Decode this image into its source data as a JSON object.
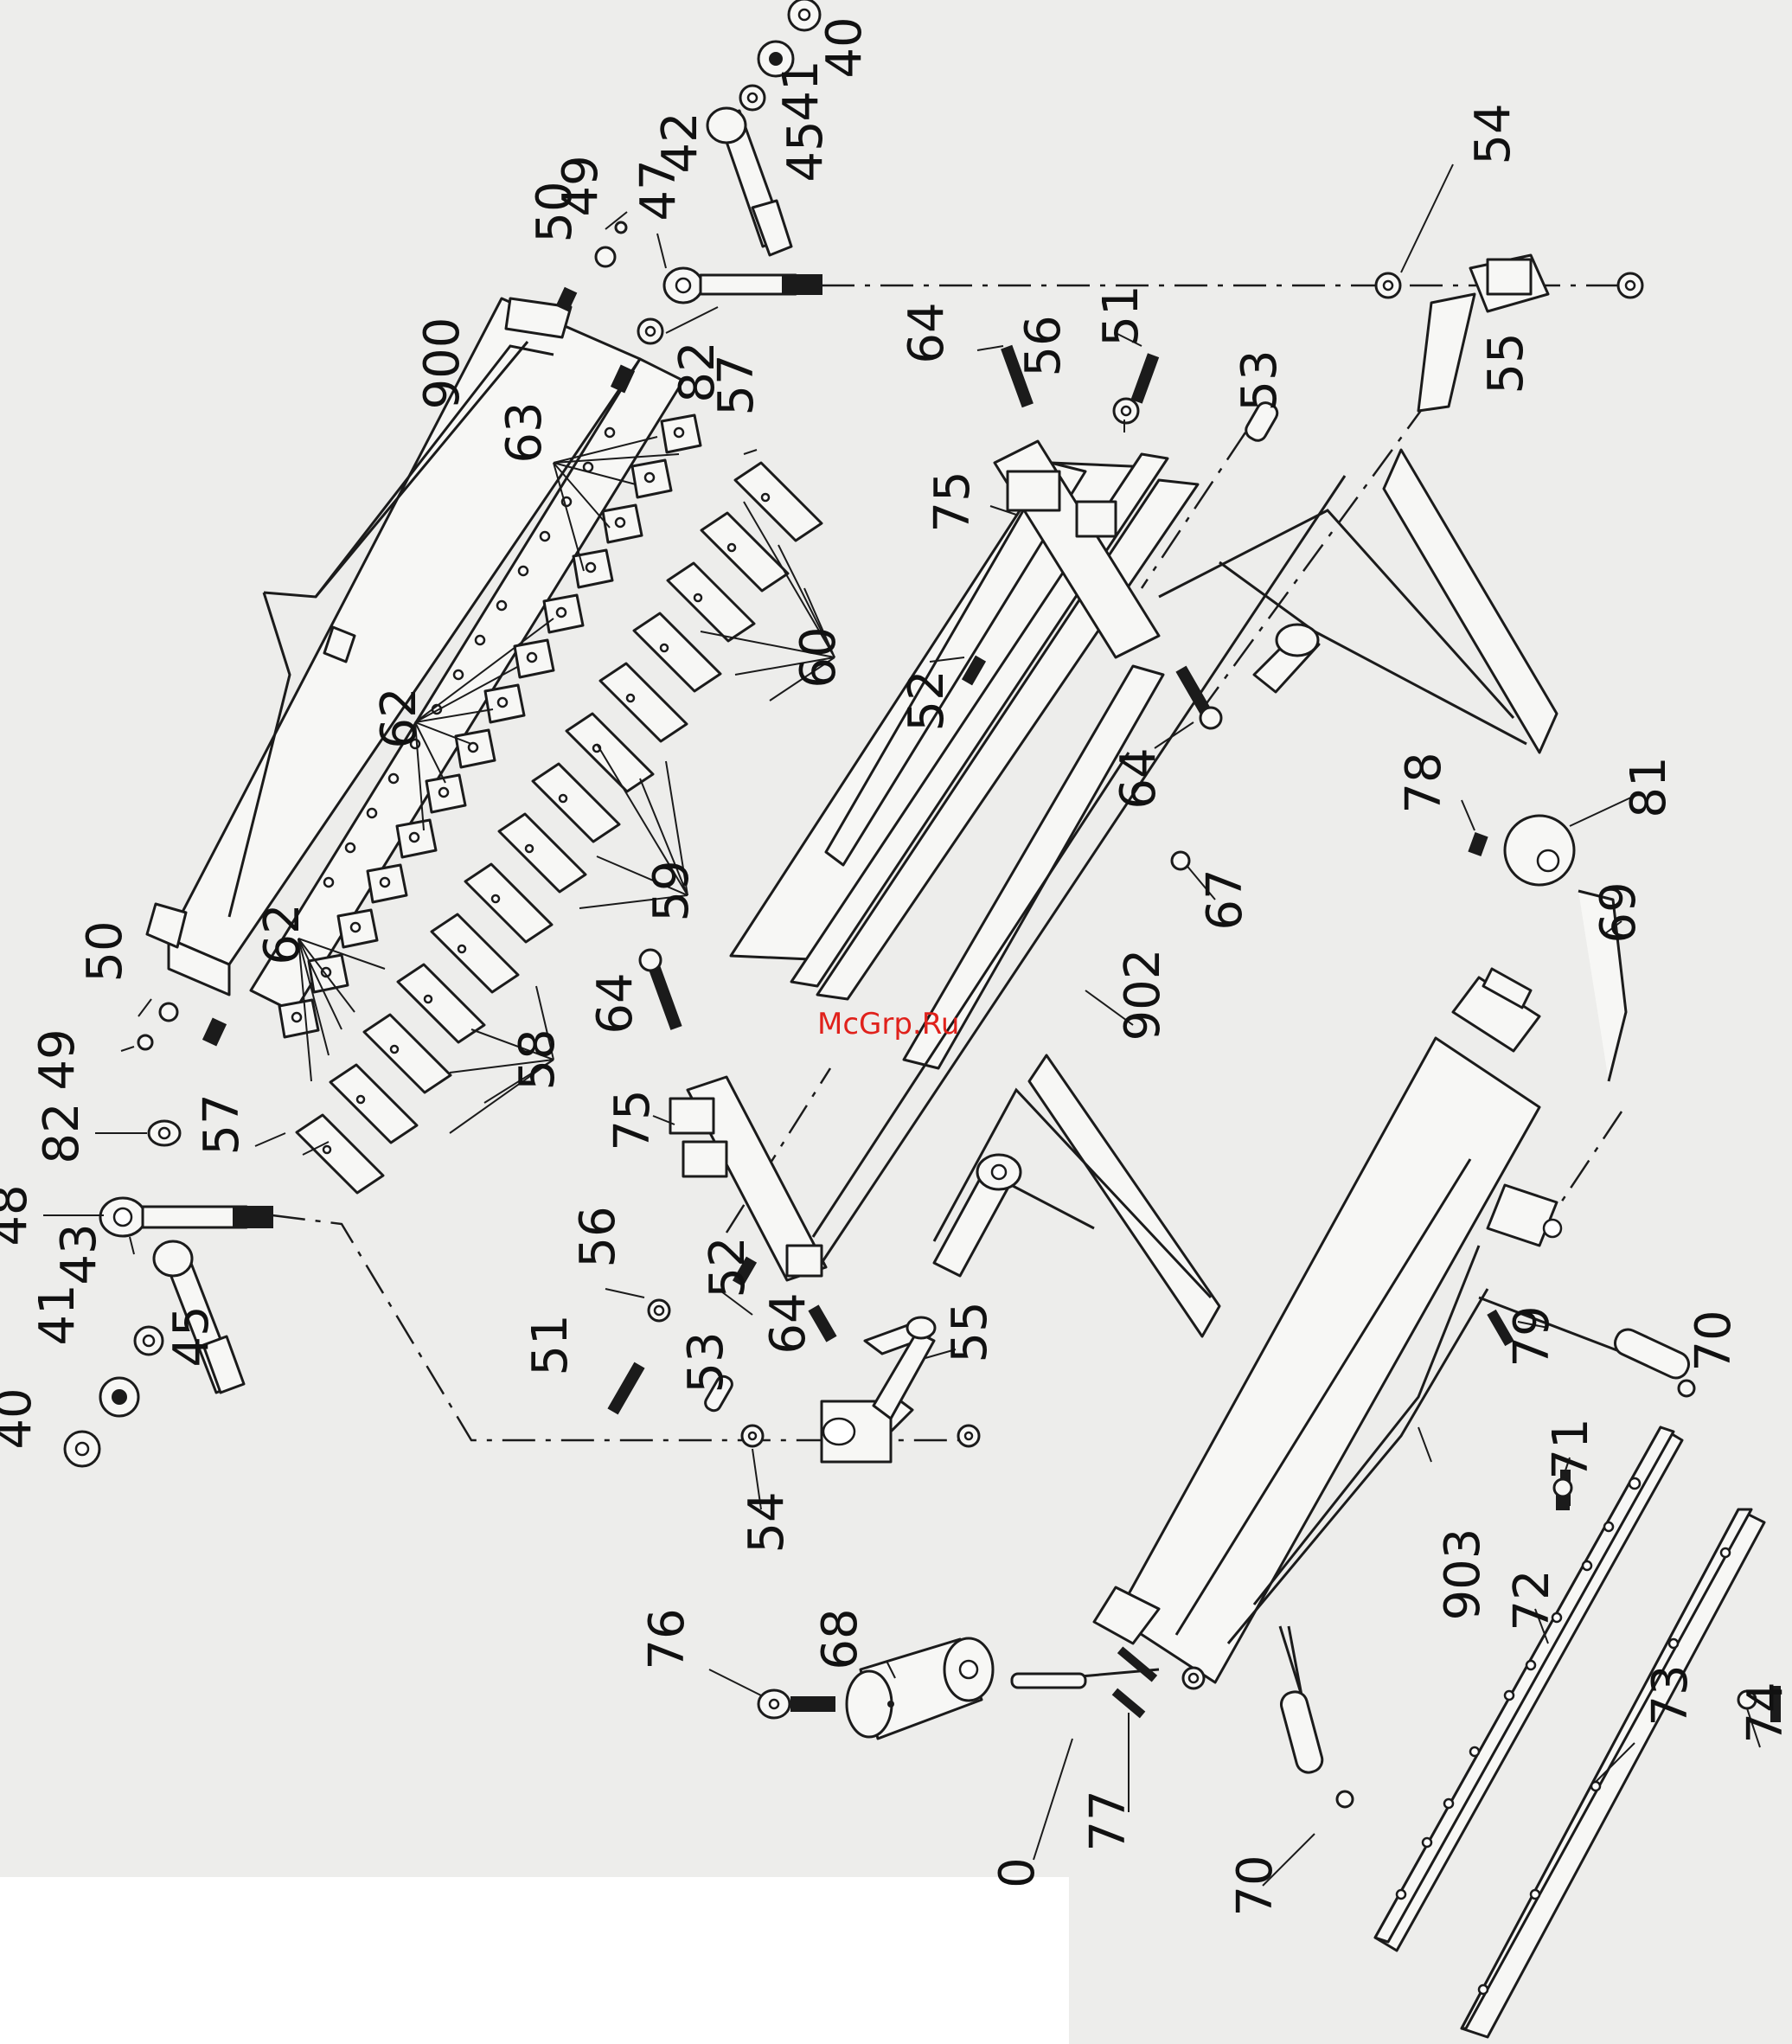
{
  "watermark": "McGrp.Ru",
  "callouts": [
    "900",
    "63",
    "62",
    "62",
    "60",
    "59",
    "58",
    "57",
    "57",
    "82",
    "82",
    "50",
    "50",
    "49",
    "49",
    "47",
    "48",
    "42",
    "45",
    "45",
    "41",
    "41",
    "40",
    "40",
    "43",
    "54",
    "54",
    "55",
    "55",
    "56",
    "56",
    "51",
    "51",
    "64",
    "64",
    "64",
    "64",
    "53",
    "53",
    "75",
    "75",
    "52",
    "52",
    "902",
    "67",
    "78",
    "81",
    "69",
    "70",
    "70",
    "79",
    "71",
    "903",
    "72",
    "73",
    "74",
    "68",
    "76",
    "77",
    "0"
  ]
}
